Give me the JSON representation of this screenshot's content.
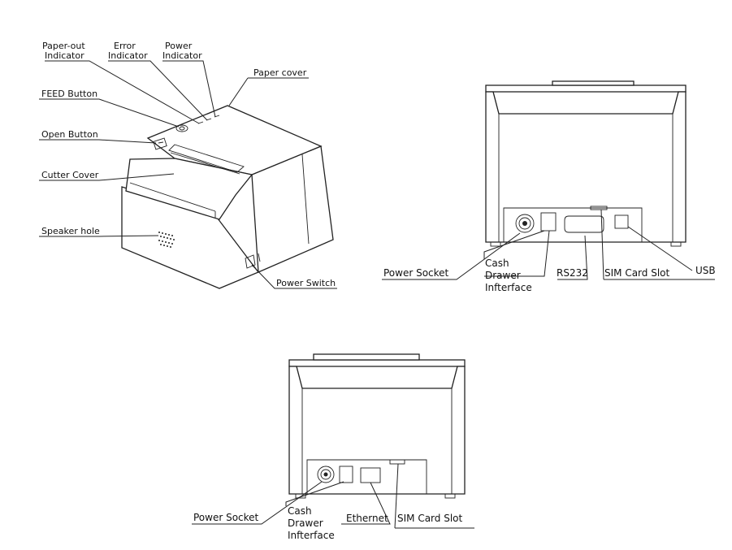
{
  "front_view": {
    "paper_out": [
      "Paper-out",
      "Indicator"
    ],
    "error": [
      "Error",
      "Indicator"
    ],
    "power": [
      "Power",
      "Indicator"
    ],
    "paper_cover": "Paper cover",
    "feed_button": "FEED Button",
    "open_button": "Open Button",
    "cutter_cover": "Cutter Cover",
    "speaker_hole": "Speaker hole",
    "power_switch": "Power Switch"
  },
  "rear_view_usb": {
    "power_socket": "Power Socket",
    "cash_drawer": [
      "Cash",
      "Drawer",
      "Infterface"
    ],
    "rs232": "RS232",
    "sim_card_slot": "SIM Card Slot",
    "usb": "USB"
  },
  "rear_view_ethernet": {
    "power_socket": "Power Socket",
    "cash_drawer": [
      "Cash",
      "Drawer",
      "Infterface"
    ],
    "ethernet": "Ethernet",
    "sim_card_slot": "SIM Card Slot"
  }
}
